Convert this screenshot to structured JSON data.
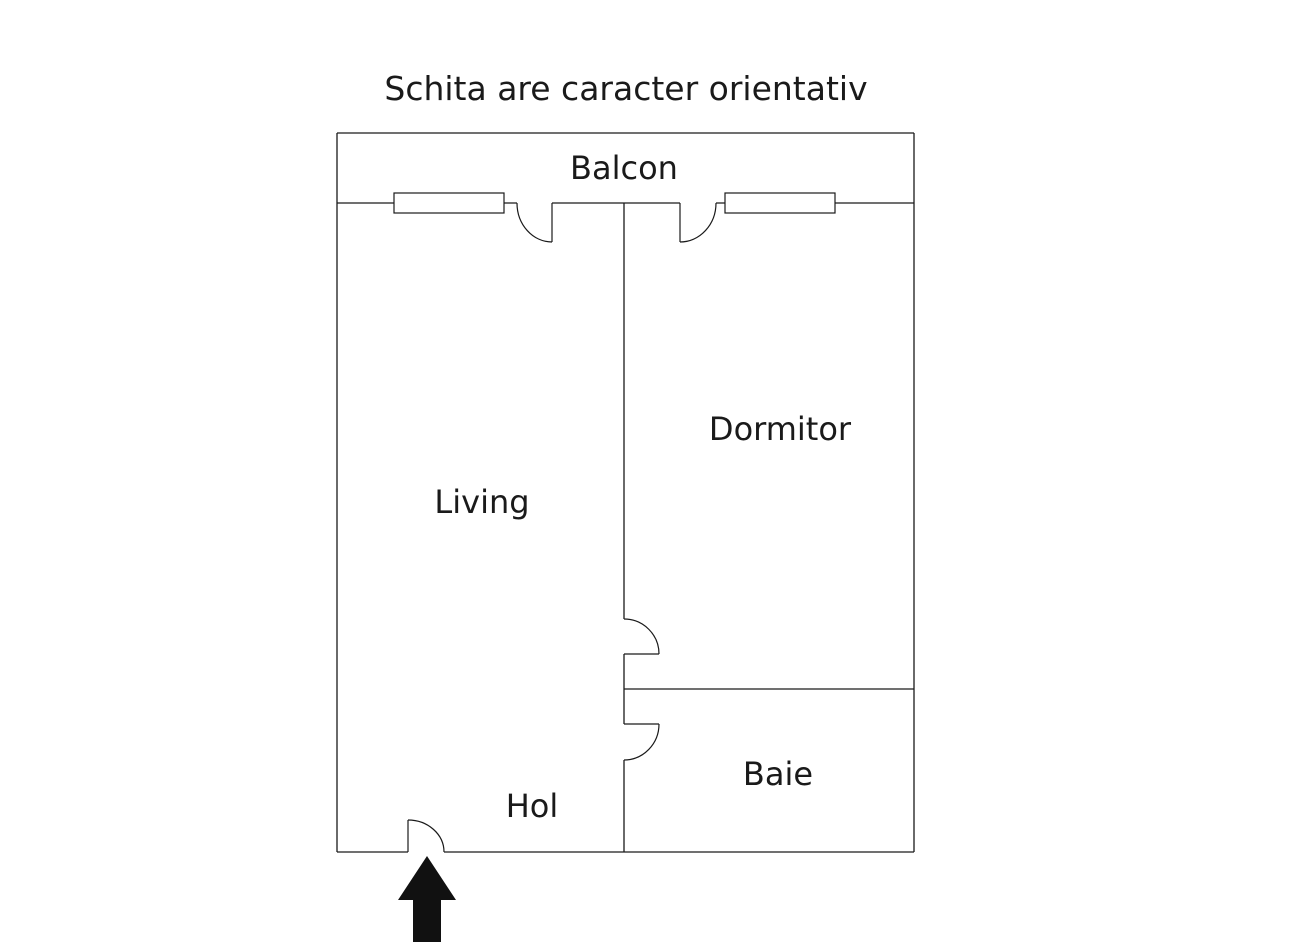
{
  "title": "Schita are caracter orientativ",
  "rooms": {
    "balcony": "Balcon",
    "living": "Living",
    "bedroom": "Dormitor",
    "bathroom": "Baie",
    "hallway": "Hol"
  },
  "entrance_icon": "up-arrow-icon",
  "colors": {
    "lines": "#1a1a1a",
    "background": "#ffffff"
  }
}
